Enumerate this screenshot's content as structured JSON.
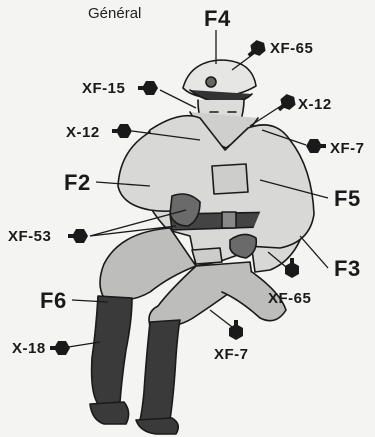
{
  "title": "Général",
  "parts": {
    "f4": "F4",
    "f2": "F2",
    "f5": "F5",
    "f3": "F3",
    "f6": "F6"
  },
  "paints": {
    "xf65_top": "XF-65",
    "xf15": "XF-15",
    "x12_right": "X-12",
    "x12_left": "X-12",
    "xf7_right": "XF-7",
    "xf53": "XF-53",
    "xf65_bottom": "XF-65",
    "x18": "X-18",
    "xf7_bottom": "XF-7"
  }
}
